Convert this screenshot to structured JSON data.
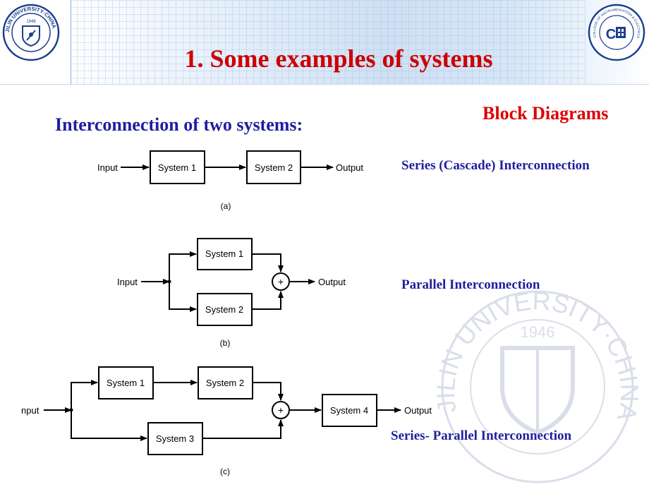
{
  "slide": {
    "title": "1. Some examples of systems",
    "subtitle": "Interconnection of two systems:",
    "block_diagrams": "Block Diagrams",
    "labels": {
      "series": "Series (Cascade) Interconnection",
      "parallel": "Parallel Interconnection",
      "series_parallel": "Series- Parallel Interconnection"
    }
  },
  "logos": {
    "left_text": "JILIN UNIVERSITY·CHINA",
    "left_year": "1946",
    "right_text": "COLLEGE OF INSTRUMENTATION & ELECTRICAL ENGINEERING",
    "right_mark": "C"
  },
  "watermark": {
    "text": "JILIN UNIVERSITY·CHINA",
    "year": "1946"
  },
  "diagram_a": {
    "input": "Input",
    "block1": "System 1",
    "block2": "System 2",
    "output": "Output",
    "caption": "(a)"
  },
  "diagram_b": {
    "input": "Input",
    "block1": "System 1",
    "block2": "System 2",
    "adder": "+",
    "output": "Output",
    "caption": "(b)"
  },
  "diagram_c": {
    "input": "nput",
    "block1": "System 1",
    "block2": "System 2",
    "block3": "System 3",
    "block4": "System 4",
    "adder": "+",
    "output": "Output",
    "caption": "(c)"
  },
  "colors": {
    "title": "#cc0000",
    "label": "#1f1fa0",
    "logo": "#1a3f8f"
  }
}
